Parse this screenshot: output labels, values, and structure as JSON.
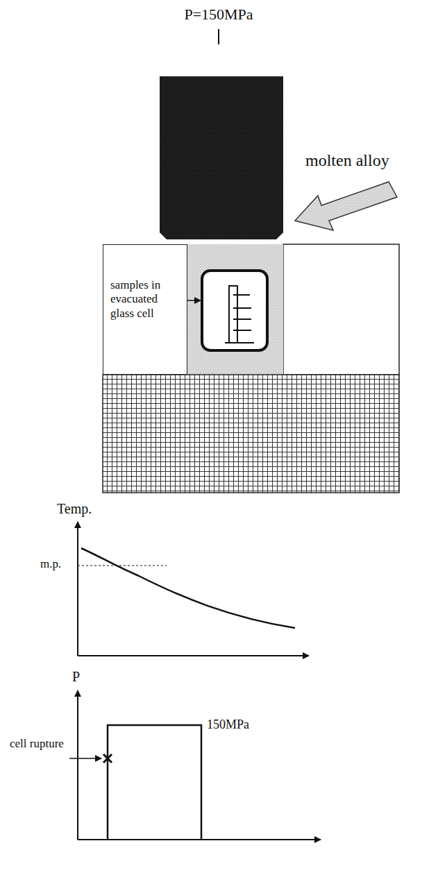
{
  "diagram": {
    "nodes": [
      {
        "text": [
          "samples in evacuated glass cell"
        ]
      }
    ],
    "labels": [
      "P=150MPa",
      "molten alloy",
      "Temp.",
      "m.p.",
      "P",
      "150MPa",
      "cell rupture"
    ]
  }
}
